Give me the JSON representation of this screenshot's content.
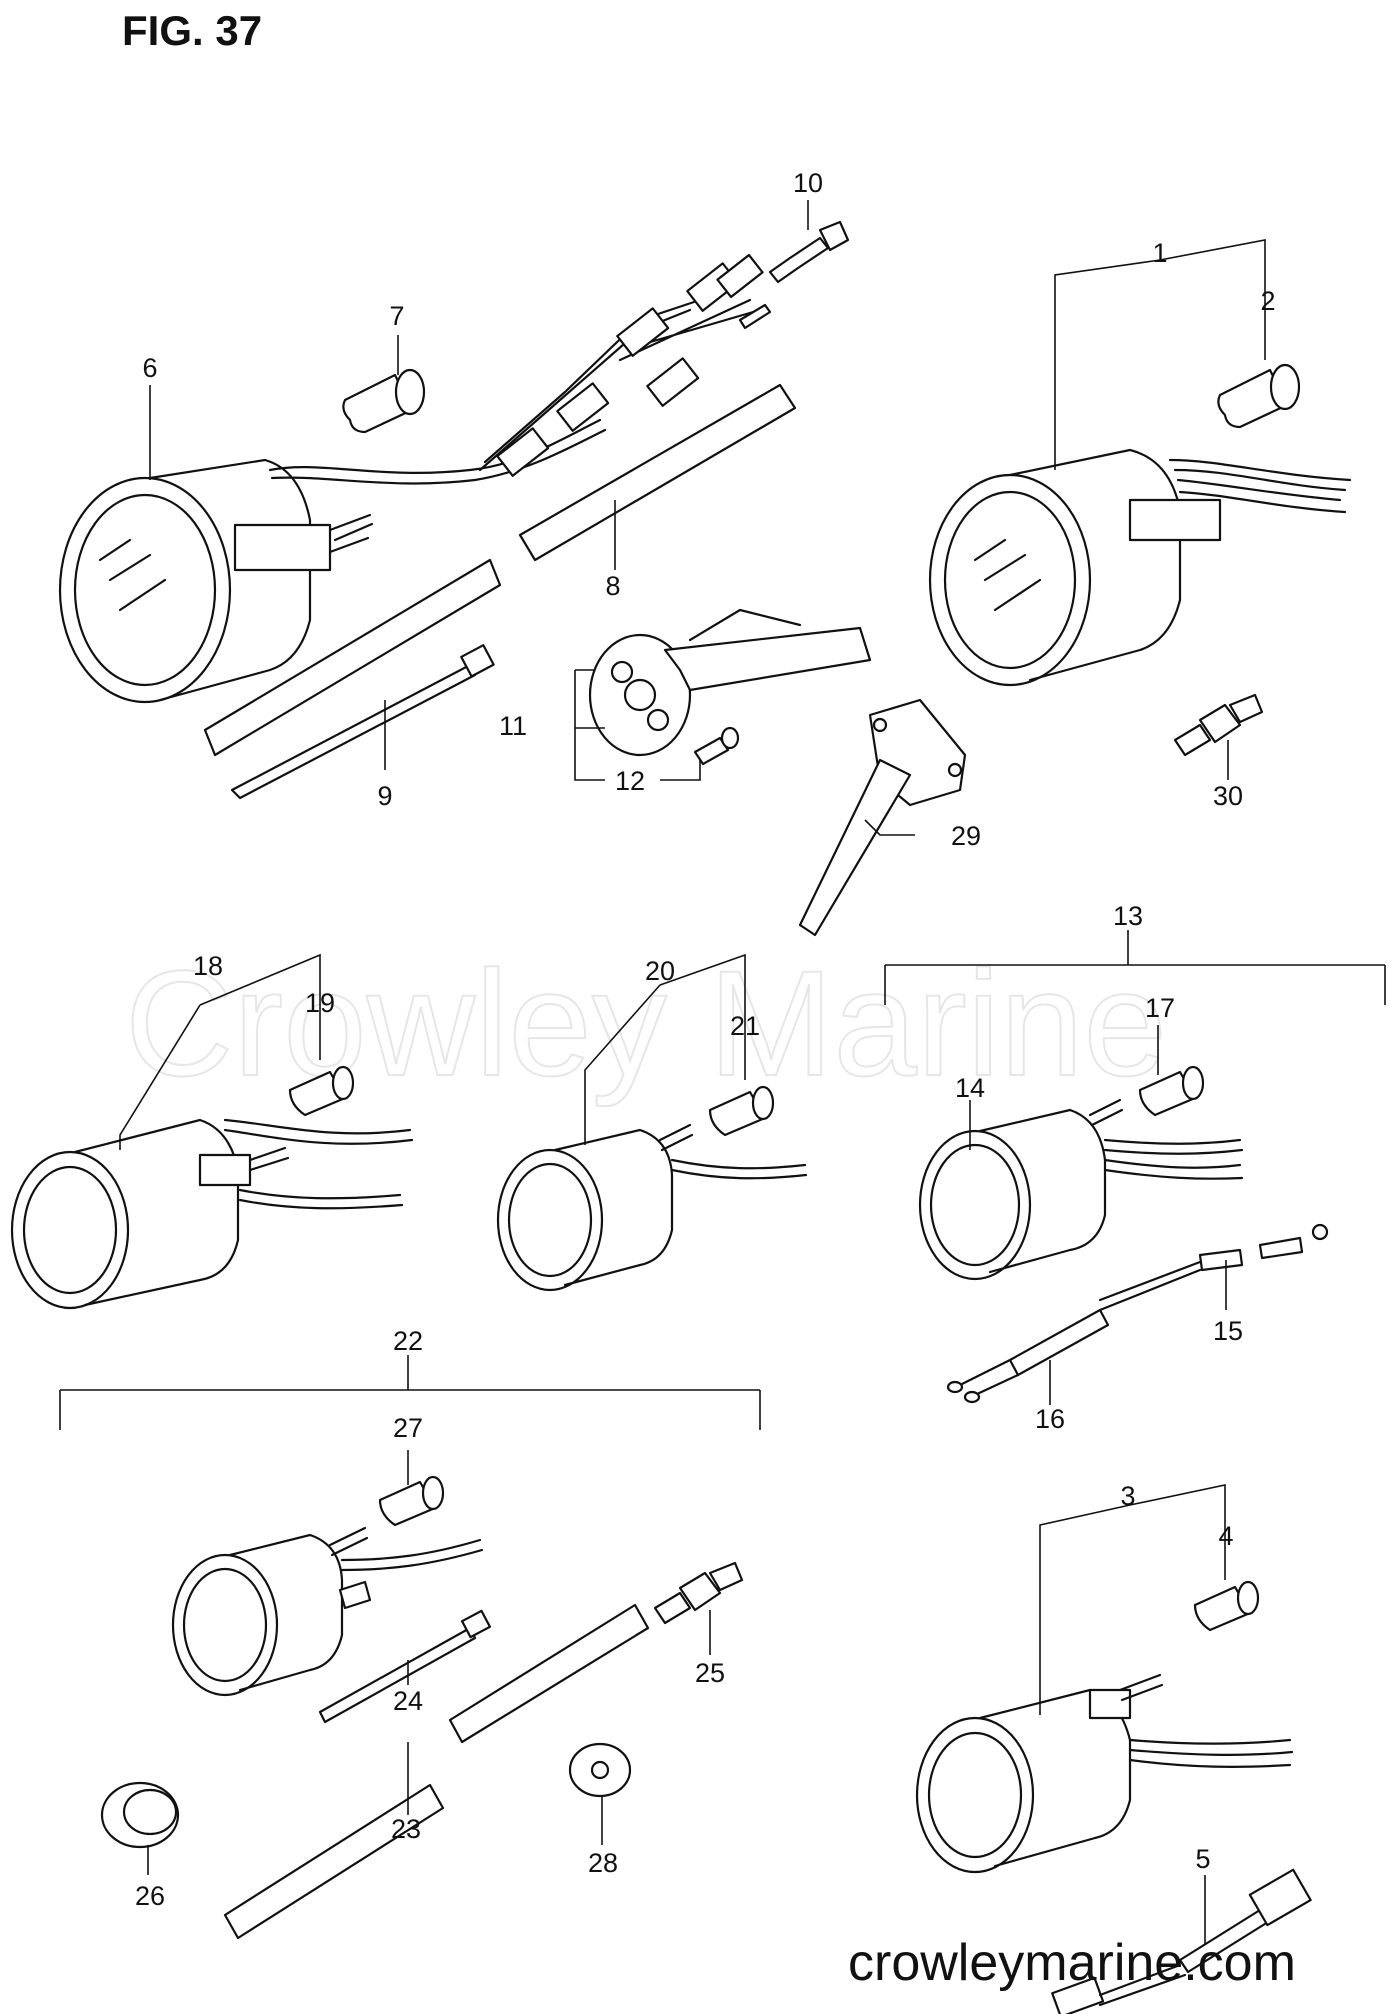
{
  "figure": {
    "title": "FIG. 37",
    "watermark": "Crowley Marine",
    "footer": "crowleymarine.com"
  },
  "callouts": {
    "c1": "1",
    "c2": "2",
    "c3": "3",
    "c4": "4",
    "c5": "5",
    "c6": "6",
    "c7": "7",
    "c8": "8",
    "c9": "9",
    "c10": "10",
    "c11": "11",
    "c12": "12",
    "c13": "13",
    "c14": "14",
    "c15": "15",
    "c16": "16",
    "c17": "17",
    "c18": "18",
    "c19": "19",
    "c20": "20",
    "c21": "21",
    "c22": "22",
    "c23": "23",
    "c24": "24",
    "c25": "25",
    "c26": "26",
    "c27": "27",
    "c28": "28",
    "c29": "29",
    "c30": "30"
  }
}
